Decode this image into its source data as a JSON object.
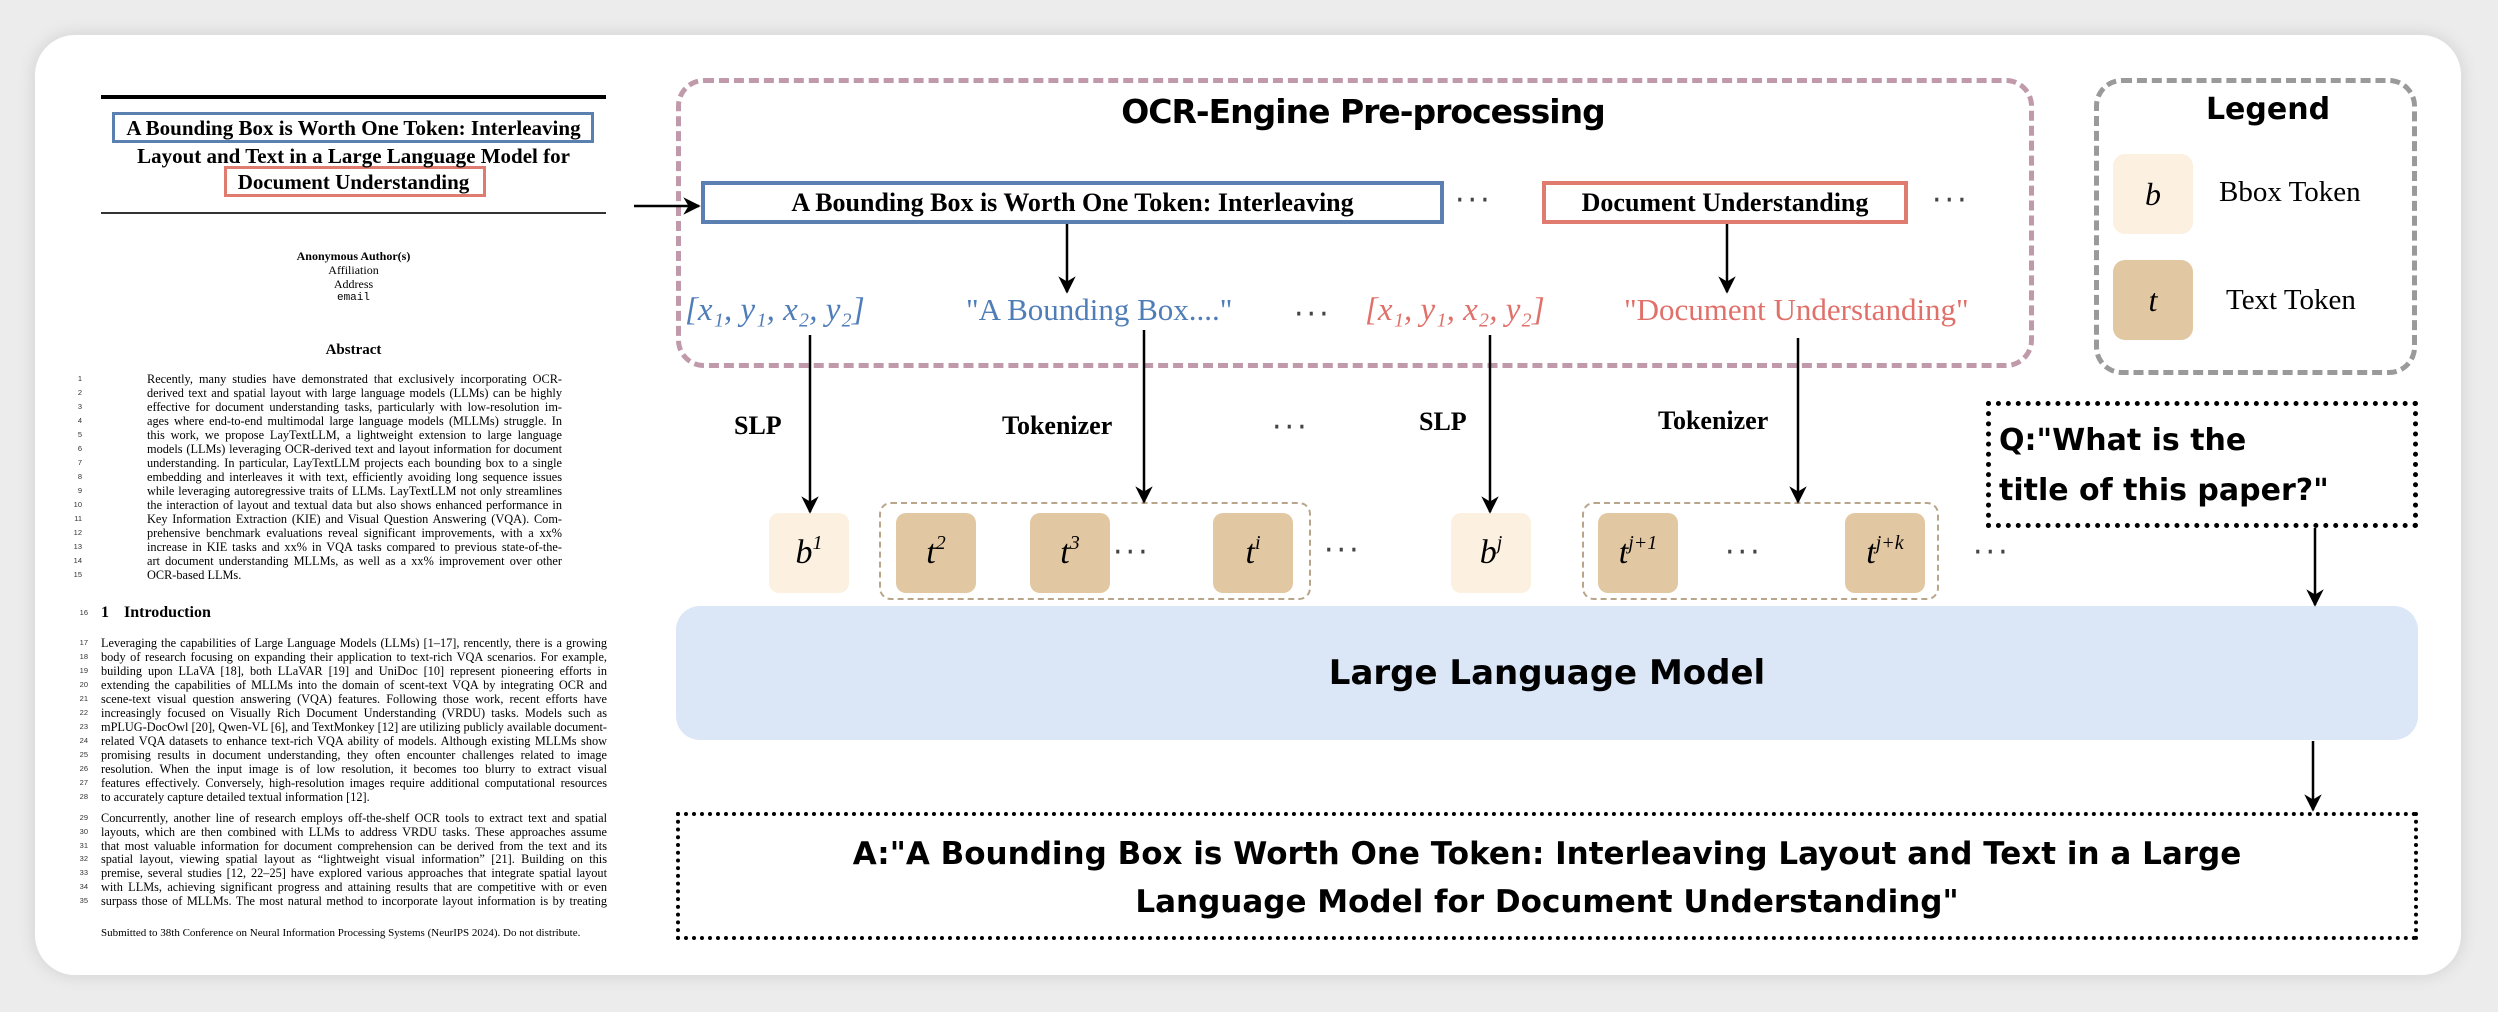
{
  "paper": {
    "title_lines": [
      "A Bounding Box is Worth One Token: Interleaving",
      "Layout and Text in a Large Language Model for",
      "Document Understanding"
    ],
    "author": "Anonymous Author(s)",
    "affiliation": "Affiliation",
    "address": "Address",
    "email": "email",
    "abstract_heading": "Abstract",
    "abstract_lines": [
      {
        "n": "1",
        "text": "Recently, many studies have demonstrated that exclusively incorporating OCR-"
      },
      {
        "n": "2",
        "text": "derived text and spatial layout with large language models (LLMs) can be highly"
      },
      {
        "n": "3",
        "text": "effective for document understanding tasks, particularly with low-resolution im-"
      },
      {
        "n": "4",
        "text": "ages where end-to-end multimodal large language models (MLLMs) struggle. In"
      },
      {
        "n": "5",
        "text": "this work, we propose LayTextLLM, a lightweight extension to large language"
      },
      {
        "n": "6",
        "text": "models (LLMs) leveraging OCR-derived text and layout information for document"
      },
      {
        "n": "7",
        "text": "understanding. In particular, LayTextLLM projects each bounding box to a single"
      },
      {
        "n": "8",
        "text": "embedding and interleaves it with text, efficiently avoiding long sequence issues"
      },
      {
        "n": "9",
        "text": "while leveraging autoregressive traits of LLMs. LayTextLLM not only streamlines"
      },
      {
        "n": "10",
        "text": "the interaction of layout and textual data but also shows enhanced performance in"
      },
      {
        "n": "11",
        "text": "Key Information Extraction (KIE) and Visual Question Answering (VQA). Com-"
      },
      {
        "n": "12",
        "text": "prehensive benchmark evaluations reveal significant improvements, with a xx%"
      },
      {
        "n": "13",
        "text": "increase in KIE tasks and xx% in VQA tasks compared to previous state-of-the-"
      },
      {
        "n": "14",
        "text": "art document understanding MLLMs, as well as a xx% improvement over other"
      },
      {
        "n": "15",
        "text": "OCR-based LLMs."
      }
    ],
    "intro_line_number": "16",
    "intro_section_number": "1",
    "intro_heading": "Introduction",
    "intro_lines": [
      {
        "n": "17",
        "text": "Leveraging the capabilities of Large Language Models (LLMs) [1–17], rencently, there is a growing"
      },
      {
        "n": "18",
        "text": "body of research focusing on expanding their application to text-rich VQA scenarios. For example,"
      },
      {
        "n": "19",
        "text": "building upon LLaVA [18], both LLaVAR [19] and UniDoc [10] represent pioneering efforts in"
      },
      {
        "n": "20",
        "text": "extending the capabilities of MLLMs into the domain of scent-text VQA by integrating OCR and"
      },
      {
        "n": "21",
        "text": "scene-text visual question answering (VQA) features. Following those work, recent efforts have"
      },
      {
        "n": "22",
        "text": "increasingly focused on Visually Rich Document Understanding (VRDU) tasks. Models such as"
      },
      {
        "n": "23",
        "text": "mPLUG-DocOwl [20], Qwen-VL [6], and TextMonkey [12] are utilizing publicly available document-"
      },
      {
        "n": "24",
        "text": "related VQA datasets to enhance text-rich VQA ability of models. Although existing MLLMs show"
      },
      {
        "n": "25",
        "text": "promising results in document understanding, they often encounter challenges related to image"
      },
      {
        "n": "26",
        "text": "resolution. When the input image is of low resolution, it becomes too blurry to extract visual"
      },
      {
        "n": "27",
        "text": "features effectively. Conversely, high-resolution images require additional computational resources"
      },
      {
        "n": "28",
        "text": "to accurately capture detailed textual information [12]."
      },
      {
        "n": "29",
        "text": "Concurrently, another line of research employs off-the-shelf OCR tools to extract text and spatial"
      },
      {
        "n": "30",
        "text": "layouts, which are then combined with LLMs to address VRDU tasks. These approaches assume"
      },
      {
        "n": "31",
        "text": "that most valuable information for document comprehension can be derived from the text and its"
      },
      {
        "n": "32",
        "text": "spatial layout, viewing spatial layout as “lightweight visual information” [21]. Building on this"
      },
      {
        "n": "33",
        "text": "premise, several studies [12, 22–25] have explored various approaches that integrate spatial layout"
      },
      {
        "n": "34",
        "text": "with LLMs, achieving significant progress and attaining results that are competitive with or even"
      },
      {
        "n": "35",
        "text": "surpass those of MLLMs. The most natural method to incorporate layout information is by treating"
      }
    ],
    "footer": "Submitted to 38th Conference on Neural Information Processing Systems (NeurIPS 2024). Do not distribute."
  },
  "ocr": {
    "title": "OCR-Engine Pre-processing",
    "blue_segment": "A Bounding Box is Worth One Token: Interleaving",
    "red_segment": "Document Understanding",
    "ellipsis": "···",
    "blue_bbox": "[x₁, y₁, x₂, y₂]",
    "blue_text": "\"A Bounding Box....\"",
    "red_bbox": "[x₁, y₁, x₂, y₂]",
    "red_text": "\"Document Understanding\""
  },
  "labels": {
    "slp": "SLP",
    "tokenizer": "Tokenizer",
    "ellipsis": "···"
  },
  "tokens": [
    {
      "base": "b",
      "sup": "1",
      "kind": "bbox"
    },
    {
      "base": "t",
      "sup": "2",
      "kind": "text"
    },
    {
      "base": "t",
      "sup": "3",
      "kind": "text"
    },
    {
      "base": "t",
      "sup": "i",
      "kind": "text"
    },
    {
      "base": "b",
      "sup": "j",
      "kind": "bbox"
    },
    {
      "base": "t",
      "sup": "j+1",
      "kind": "text"
    },
    {
      "base": "t",
      "sup": "j+k",
      "kind": "text"
    }
  ],
  "legend": {
    "title": "Legend",
    "items": [
      {
        "symbol": "b",
        "label": "Bbox Token",
        "color": "#fcf0e0"
      },
      {
        "symbol": "t",
        "label": "Text Token",
        "color": "#e2c8a2"
      }
    ]
  },
  "question": {
    "lines": [
      "Q:\"What is the",
      "title of this paper?\""
    ]
  },
  "llm": {
    "label": "Large Language Model",
    "color": "#dbe6f7"
  },
  "answer": {
    "lines": [
      "A:\"A Bounding Box is Worth One Token: Interleaving Layout and Text in a Large",
      "Language Model for Document Understanding\""
    ]
  },
  "colors": {
    "blue": "#5a7fb0",
    "red": "#e07b70",
    "ocr_border": "#c09aaa",
    "legend_border": "#9a9a9a"
  }
}
